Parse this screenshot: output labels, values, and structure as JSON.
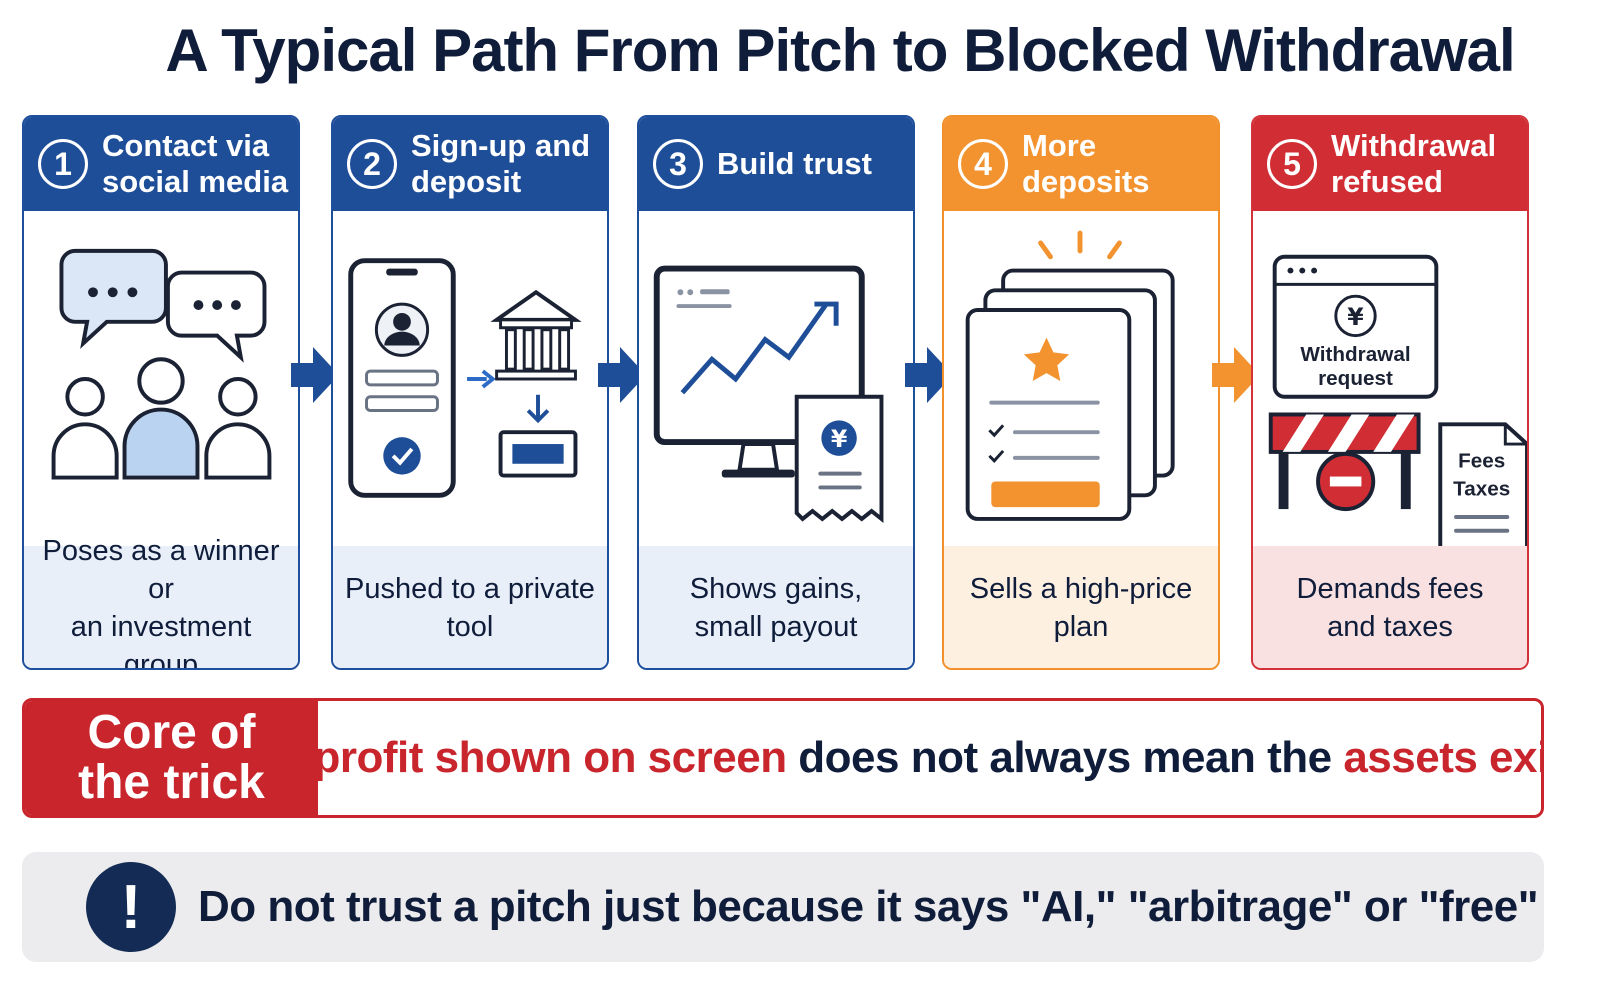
{
  "title": "A Typical Path From Pitch to Blocked Withdrawal",
  "steps": [
    {
      "number": "1",
      "heading": "Contact via\nsocial media",
      "caption": "Poses as a winner or\nan investment group"
    },
    {
      "number": "2",
      "heading": "Sign-up and\ndeposit",
      "caption": "Pushed to a private tool"
    },
    {
      "number": "3",
      "heading": "Build trust",
      "caption": "Shows gains,\nsmall payout"
    },
    {
      "number": "4",
      "heading": "More deposits",
      "caption": "Sells a high-price plan"
    },
    {
      "number": "5",
      "heading": "Withdrawal\nrefused",
      "caption": "Demands fees\nand taxes"
    }
  ],
  "illustrations": {
    "yen": "¥",
    "withdrawal_request": [
      "Withdrawal",
      "request"
    ],
    "fees_doc": [
      "Fees",
      "Taxes"
    ]
  },
  "core": {
    "label": "Core of\nthe trick",
    "part1": "A profit shown on screen",
    "part2": " does not always mean the ",
    "part3": "assets exist"
  },
  "warning": {
    "icon": "!",
    "text": "Do not trust a pitch just because it says \"AI,\" \"arbitrage\" or \"free\""
  },
  "colors": {
    "navy": "#1f4e99",
    "orange": "#f29330",
    "red": "#d12d34",
    "dark_text": "#0f1d3a"
  }
}
